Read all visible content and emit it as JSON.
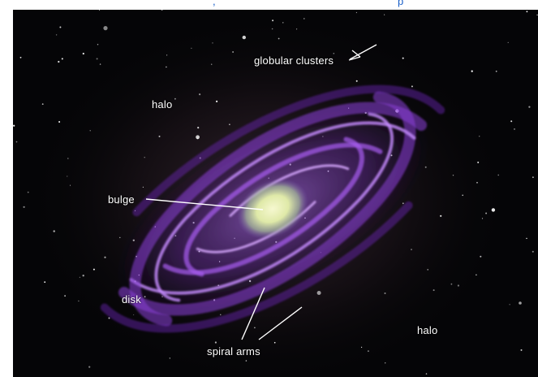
{
  "top_text_fragments": [
    ",",
    "p"
  ],
  "labels": {
    "globular_clusters": "globular clusters",
    "halo_top": "halo",
    "bulge": "bulge",
    "disk": "disk",
    "halo_bottom": "halo",
    "spiral_arms": "spiral arms"
  },
  "colors": {
    "background": "#050507",
    "arms": "#9a4fe0",
    "bulge": "#e8f0b0",
    "label": "#ffffff",
    "top_text": "#1a5fc8"
  }
}
